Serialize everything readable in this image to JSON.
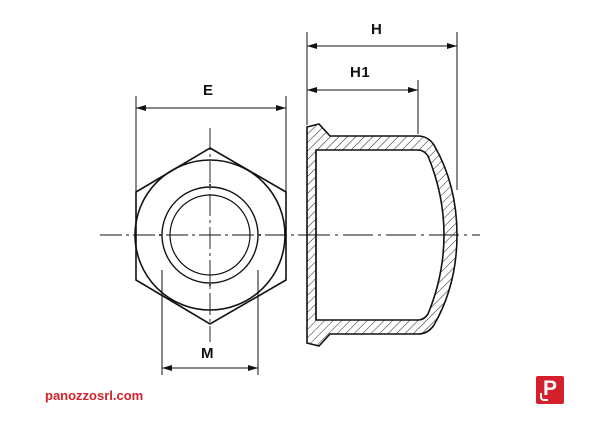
{
  "dimensions": {
    "h": "H",
    "h1": "H1",
    "e": "E",
    "m": "M"
  },
  "brand": {
    "website": "panozzosrl.com",
    "logo_letter": "P"
  },
  "colors": {
    "line": "#111111",
    "brand": "#d4202a"
  }
}
